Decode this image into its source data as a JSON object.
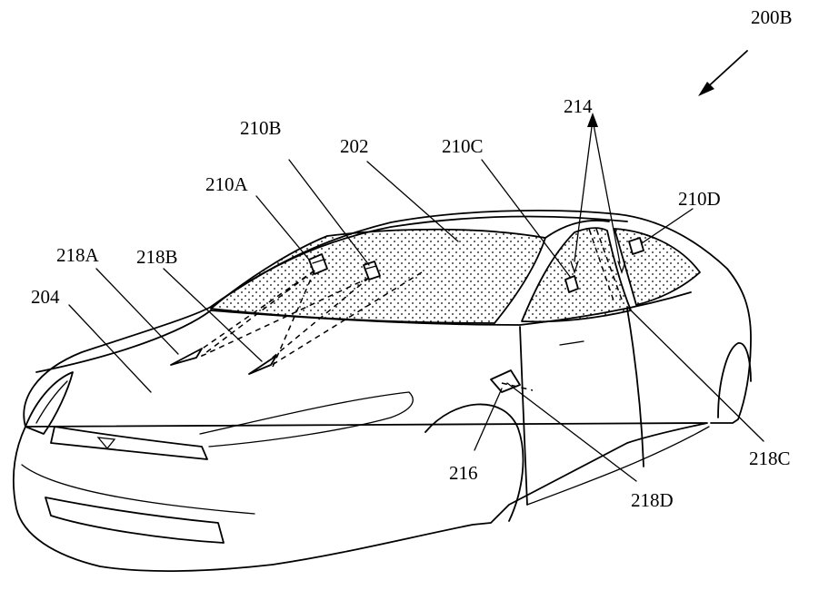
{
  "figure": {
    "figure_label": "200B",
    "labels": {
      "windshield": "202",
      "hood": "204",
      "sensor_a": "210A",
      "sensor_b": "210B",
      "sensor_c": "210C",
      "sensor_d": "210D",
      "side_window": "214",
      "mirror": "216",
      "target_a": "218A",
      "target_b": "218B",
      "target_c": "218C",
      "target_d": "218D"
    }
  },
  "colors": {
    "line": "#000000",
    "background": "#ffffff"
  }
}
